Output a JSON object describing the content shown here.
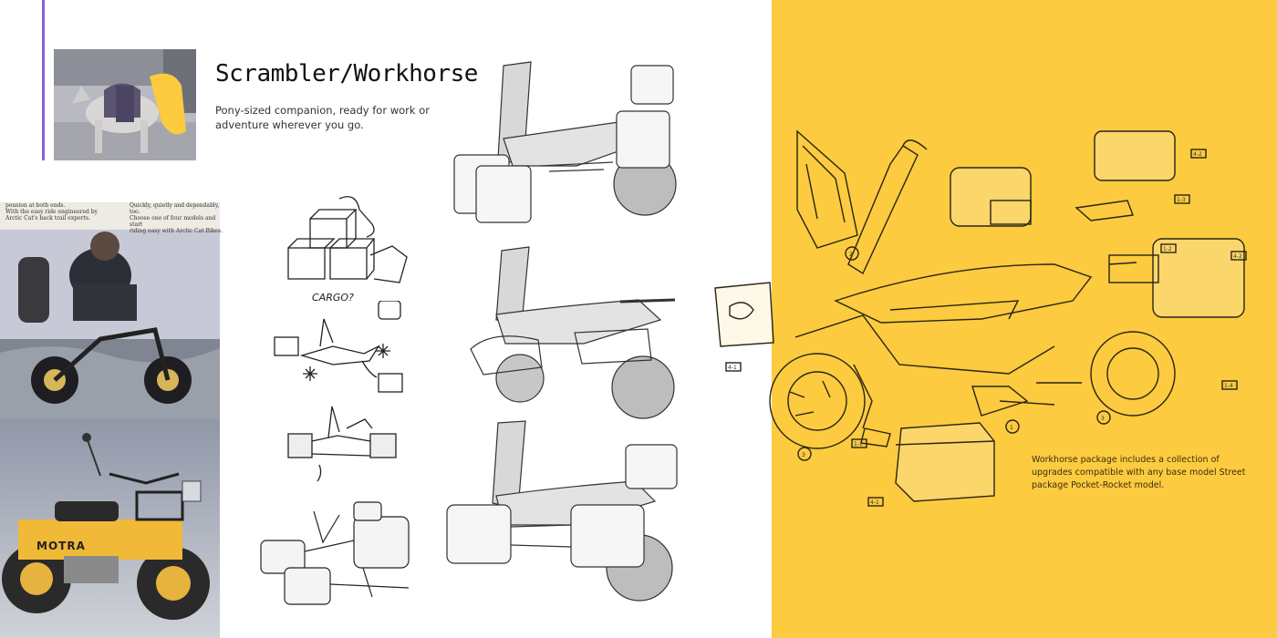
{
  "header": {
    "title": "Scrambler/Workhorse",
    "subtitle": "Pony-sized companion, ready for work or adventure wherever you go."
  },
  "magazine_text": {
    "left_col": [
      "pension at both ends.",
      "With the easy ride engineered by",
      "Arctic Cat's back trail experts."
    ],
    "right_col": [
      "Quickly, quietly and dependably, too.",
      "Choose one of four models and start",
      "riding easy with Arctic Cat Bikes."
    ]
  },
  "sketch_labels": {
    "cargo": "CARGO?",
    "part_numbers": [
      "4-2",
      "1-3",
      "1-2",
      "4-2",
      "4-1",
      "1-4",
      "1-1",
      "4-1"
    ],
    "circle_numbers": [
      "2",
      "1",
      "3",
      "3"
    ]
  },
  "bike_brand": "MOTRA",
  "caption": "Workhorse package includes a collection of upgrades compatible with any base model Street package Pocket-Rocket model.",
  "colors": {
    "accent": "#8b5fd6",
    "yellow": "#fccb3f",
    "white": "#ffffff"
  }
}
